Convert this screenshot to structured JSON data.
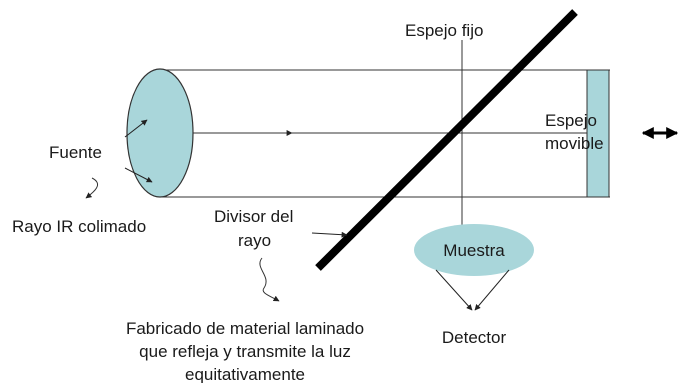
{
  "labels": {
    "fixed_mirror": "Espejo fijo",
    "moving_mirror_line1": "Espejo",
    "moving_mirror_line2": "movible",
    "source": "Fuente",
    "collimated_ir": "Rayo IR colimado",
    "beam_splitter_line1": "Divisor del",
    "beam_splitter_line2": "rayo",
    "sample": "Muestra",
    "detector": "Detector",
    "material_line1": "Fabricado de material laminado",
    "material_line2": "que refleja y transmite la luz",
    "material_line3": "equitativamente"
  },
  "colors": {
    "lens_fill": "#a9d6da",
    "mirror_fill": "#a9d6da",
    "sample_fill": "#a9d6da",
    "splitter": "#000000",
    "line": "#333333"
  },
  "icons": {
    "moving_mirror_motion": "double-arrow-icon"
  }
}
